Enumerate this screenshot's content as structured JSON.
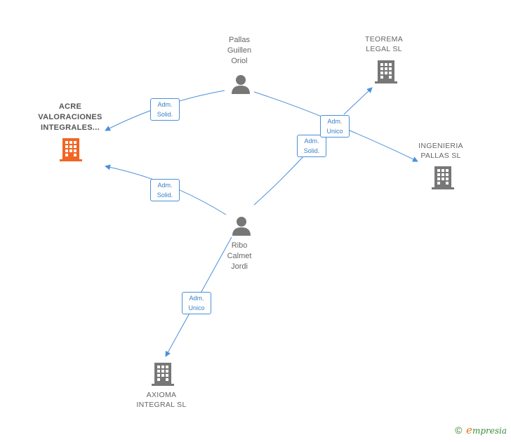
{
  "nodes": {
    "acre": {
      "label": "ACRE\nVALORACIONES\nINTEGRALES...",
      "color": "#f26522"
    },
    "teorema": {
      "label": "TEOREMA\nLEGAL  SL",
      "color": "#777777"
    },
    "ingenieria": {
      "label": "INGENIERIA\nPALLAS  SL",
      "color": "#777777"
    },
    "axioma": {
      "label": "AXIOMA\nINTEGRAL SL",
      "color": "#777777"
    },
    "pallas": {
      "label": "Pallas\nGuillen\nOriol",
      "color": "#777777"
    },
    "ribo": {
      "label": "Ribo\nCalmet\nJordi",
      "color": "#777777"
    }
  },
  "relations": {
    "pallas_acre": "Adm.\nSolid.",
    "ribo_acre": "Adm.\nSolid.",
    "ribo_teorema": "Adm.\nSolid.",
    "pallas_unico": "Adm.\nUnico",
    "ribo_axioma": "Adm.\nUnico"
  },
  "edge_color": "#4a90d9",
  "footer": {
    "copyright": "©",
    "brand_initial": "e",
    "brand_rest": "mpresia"
  }
}
